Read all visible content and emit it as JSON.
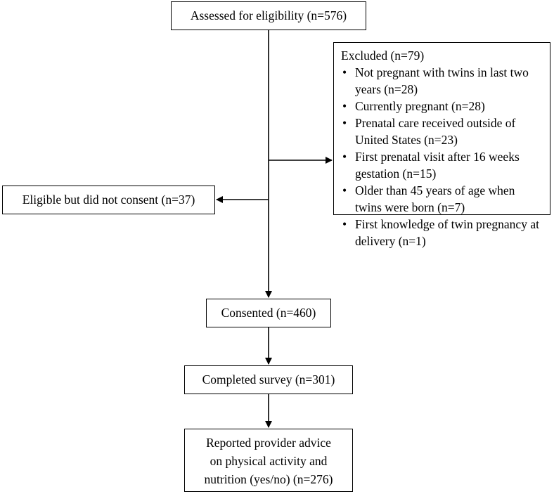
{
  "assessed": "Assessed for eligibility (n=576)",
  "excluded": {
    "title": "Excluded (n=79)",
    "items": [
      "Not pregnant with twins in last two years (n=28)",
      "Currently pregnant (n=28)",
      "Prenatal care received outside of United States (n=23)",
      "First prenatal visit after 16 weeks gestation (n=15)",
      "Older than 45 years of age when twins were born (n=7)",
      "First knowledge of twin pregnancy at delivery (n=1)"
    ]
  },
  "not_consent": "Eligible but did not consent (n=37)",
  "consented": "Consented (n=460)",
  "survey": "Completed survey (n=301)",
  "reported": {
    "lines": [
      "Reported provider advice",
      "on physical activity and",
      "nutrition (yes/no) (n=276)"
    ]
  }
}
